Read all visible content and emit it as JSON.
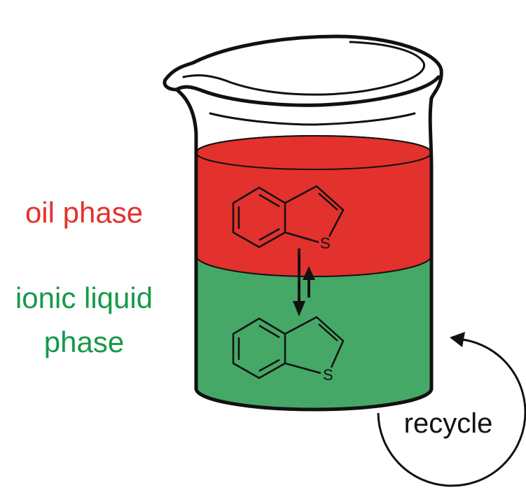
{
  "labels": {
    "oil_phase": "oil phase",
    "ionic_liquid_line1": "ionic liquid",
    "ionic_liquid_line2": "phase",
    "recycle": "recycle",
    "sulfur_top": "S",
    "sulfur_bottom": "S"
  },
  "colors": {
    "oil": "#e3312d",
    "ionic_liquid": "#45a866",
    "oil_text": "#e3312d",
    "ionic_text": "#16994a",
    "line": "#111111"
  }
}
